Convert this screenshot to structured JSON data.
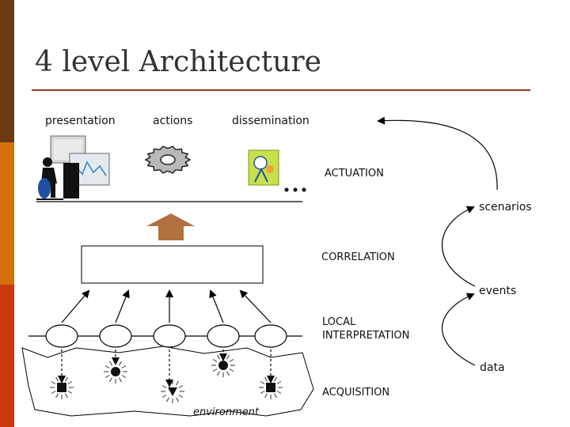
{
  "title": "4 level Architecture",
  "top_labels": {
    "presentation": "presentation",
    "actions": "actions",
    "dissemination": "dissemination"
  },
  "levels": {
    "actuation": "ACTUATION",
    "correlation": "CORRELATION",
    "local_line1": "LOCAL",
    "local_line2": "INTERPRETATION",
    "acquisition": "ACQUISITION"
  },
  "right_labels": {
    "scenarios": "scenarios",
    "events": "events",
    "data": "data"
  },
  "environment_label": "environment",
  "icons": [
    "computer-user-icon",
    "gear-icon",
    "dissemination-icon",
    "ellipsis-icon",
    "up-arrow-icon",
    "sensor-icon"
  ],
  "colors": {
    "sidebar_top": "#6b3a12",
    "sidebar_mid": "#d4700a",
    "sidebar_bottom": "#c93a10",
    "title_rule": "#8b3a1a",
    "up_arrow": "#b07040"
  }
}
